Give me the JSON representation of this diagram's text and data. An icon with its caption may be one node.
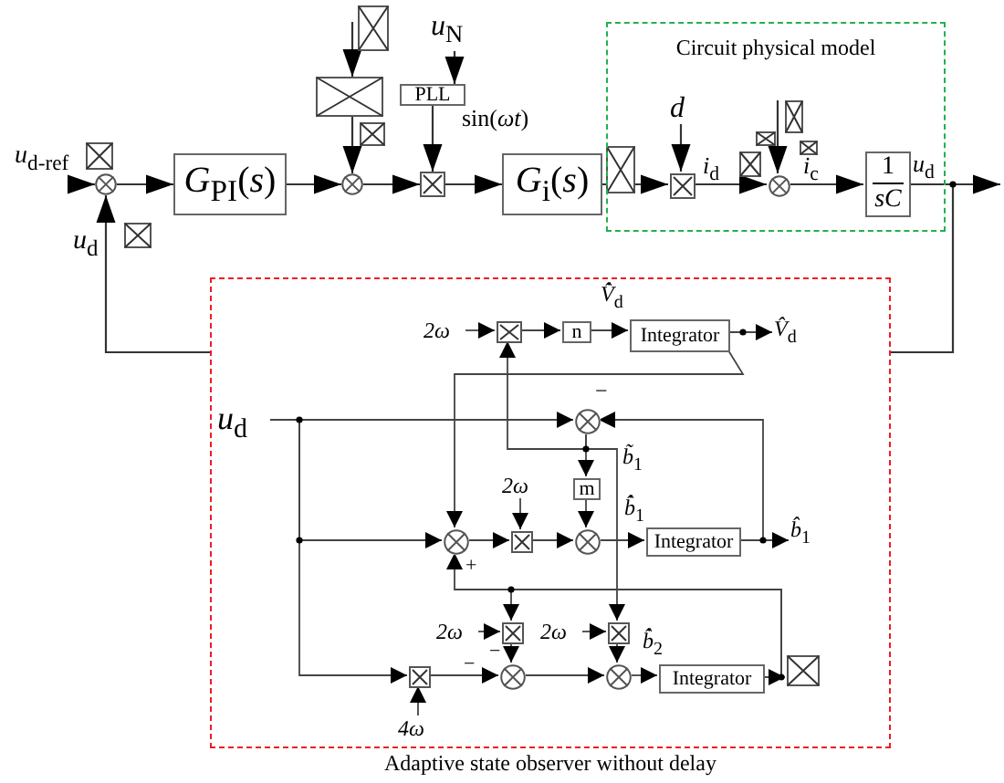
{
  "diagram": {
    "nodes": [
      {
        "text": [],
        "shape": "circle"
      },
      {
        "text": [
          "*G*$_{PI}$(*s*)"
        ]
      },
      {
        "text": [],
        "shape": "box"
      },
      {
        "text": [],
        "shape": "circle"
      },
      {
        "text": [
          "*u*$_{N}$"
        ]
      },
      {
        "text": [
          "PLL"
        ]
      },
      {
        "text": [],
        "shape": "box"
      },
      {
        "text": [
          "*G*$_{i}$(*s*)"
        ]
      },
      {
        "text": [
          "Circuit physical model"
        ]
      },
      {
        "text": [
          "d"
        ],
        "in": 8
      },
      {
        "text": [],
        "shape": "box",
        "in": 8
      },
      {
        "text": [],
        "shape": "circle",
        "in": 8
      },
      {
        "text": [
          "1",
          "*sC*"
        ],
        "in": 8
      },
      {
        "text": [
          "Adaptive state observer without delay"
        ]
      },
      {
        "text": [
          "2ω"
        ],
        "in": 13
      },
      {
        "text": [],
        "shape": "box",
        "in": 13
      },
      {
        "text": [
          "n"
        ],
        "in": 13
      },
      {
        "text": [
          "Integrator"
        ],
        "in": 13
      },
      {
        "text": [
          "*V̂*$_{d}$"
        ],
        "in": 13
      },
      {
        "text": [
          "*u*$_{d}$"
        ],
        "in": 13
      },
      {
        "text": [],
        "shape": "circle",
        "in": 13
      },
      {
        "text": [
          "m"
        ],
        "in": 13
      },
      {
        "text": [],
        "shape": "circle",
        "in": 13
      },
      {
        "text": [
          "2ω"
        ],
        "in": 13
      },
      {
        "text": [],
        "shape": "box",
        "in": 13
      },
      {
        "text": [],
        "shape": "circle",
        "in": 13
      },
      {
        "text": [
          "Integrator"
        ],
        "in": 13
      },
      {
        "text": [
          "*b̂*$_{1}$"
        ],
        "in": 13
      },
      {
        "text": [
          "2ω"
        ],
        "in": 13
      },
      {
        "text": [],
        "shape": "box",
        "in": 13
      },
      {
        "text": [
          "2ω"
        ],
        "in": 13
      },
      {
        "text": [],
        "shape": "box",
        "in": 13
      },
      {
        "text": [],
        "shape": "box",
        "in": 13
      },
      {
        "text": [
          "4ω"
        ],
        "in": 13
      },
      {
        "text": [],
        "shape": "circle",
        "in": 13
      },
      {
        "text": [],
        "shape": "circle",
        "in": 13
      },
      {
        "text": [
          "Integrator"
        ],
        "in": 13
      },
      {
        "text": [],
        "shape": "box",
        "in": 13
      },
      {
        "text": [
          "*u*$_{d-ref}$"
        ]
      }
    ],
    "edges": [
      {
        "from": 38,
        "to": 0,
        "arrow": "to"
      },
      {
        "from": 0,
        "to": 1,
        "arrow": "to"
      },
      {
        "from": 1,
        "to": 3,
        "arrow": "to"
      },
      {
        "from": null,
        "to": 2,
        "arrow": "to"
      },
      {
        "from": 2,
        "to": 3,
        "arrow": "to"
      },
      {
        "from": 4,
        "to": 5,
        "arrow": "to"
      },
      {
        "from": 5,
        "to": 6,
        "arrow": "to"
      },
      {
        "from": 3,
        "to": 6,
        "arrow": "to"
      },
      {
        "from": 6,
        "to": 7,
        "arrow": "to"
      },
      {
        "from": 7,
        "to": 10,
        "arrow": "to"
      },
      {
        "from": 9,
        "to": 10,
        "arrow": "to"
      },
      {
        "from": 10,
        "to": 11,
        "arrow": "to"
      },
      {
        "from": null,
        "to": 11,
        "arrow": "to"
      },
      {
        "from": 11,
        "to": 12,
        "arrow": "to"
      },
      {
        "from": 12,
        "to": null,
        "arrow": "to"
      },
      {
        "from": 12,
        "to": 13,
        "arrow": "none"
      },
      {
        "from": 13,
        "to": 0,
        "arrow": "to"
      },
      {
        "from": 14,
        "to": 15,
        "arrow": "to"
      },
      {
        "from": 15,
        "to": 16,
        "arrow": "to"
      },
      {
        "from": 16,
        "to": 17,
        "arrow": "to"
      },
      {
        "from": 17,
        "to": 18,
        "arrow": "to"
      },
      {
        "from": 17,
        "to": 22,
        "arrow": "to"
      },
      {
        "from": 19,
        "to": 20,
        "arrow": "to"
      },
      {
        "from": 26,
        "to": 20,
        "arrow": "to"
      },
      {
        "from": 20,
        "to": 21,
        "arrow": "to"
      },
      {
        "from": 21,
        "to": 25,
        "arrow": "to"
      },
      {
        "from": 20,
        "to": 15,
        "arrow": "to"
      },
      {
        "from": 20,
        "to": 31,
        "arrow": "to"
      },
      {
        "from": 19,
        "to": 22,
        "arrow": "to"
      },
      {
        "from": 19,
        "to": 32,
        "arrow": "to"
      },
      {
        "from": 22,
        "to": 24,
        "arrow": "to"
      },
      {
        "from": 23,
        "to": 24,
        "arrow": "to"
      },
      {
        "from": 24,
        "to": 25,
        "arrow": "to"
      },
      {
        "from": 25,
        "to": 26,
        "arrow": "to"
      },
      {
        "from": 26,
        "to": 27,
        "arrow": "to"
      },
      {
        "from": 36,
        "to": 22,
        "arrow": "to"
      },
      {
        "from": 36,
        "to": 29,
        "arrow": "to"
      },
      {
        "from": 28,
        "to": 29,
        "arrow": "to"
      },
      {
        "from": 29,
        "to": 34,
        "arrow": "to"
      },
      {
        "from": 30,
        "to": 31,
        "arrow": "to"
      },
      {
        "from": 31,
        "to": 35,
        "arrow": "to"
      },
      {
        "from": 32,
        "to": 34,
        "arrow": "to"
      },
      {
        "from": 33,
        "to": 32,
        "arrow": "to"
      },
      {
        "from": 34,
        "to": 35,
        "arrow": "to"
      },
      {
        "from": 35,
        "to": 36,
        "arrow": "to"
      },
      {
        "from": 36,
        "to": 37,
        "arrow": "to"
      }
    ],
    "labels": [
      "*u*$_{d}$",
      "sin(*ωt*)",
      "*i*$_{d}$",
      "*i*$_{c}$",
      "*u*$_{d}$",
      "*V̂̇*$_{d}$",
      "−",
      "*b̃*$_{1}$",
      "*b̂̇*$_{1}$",
      "+",
      "−",
      "−",
      "*b̂̇*$_{2}$"
    ]
  }
}
